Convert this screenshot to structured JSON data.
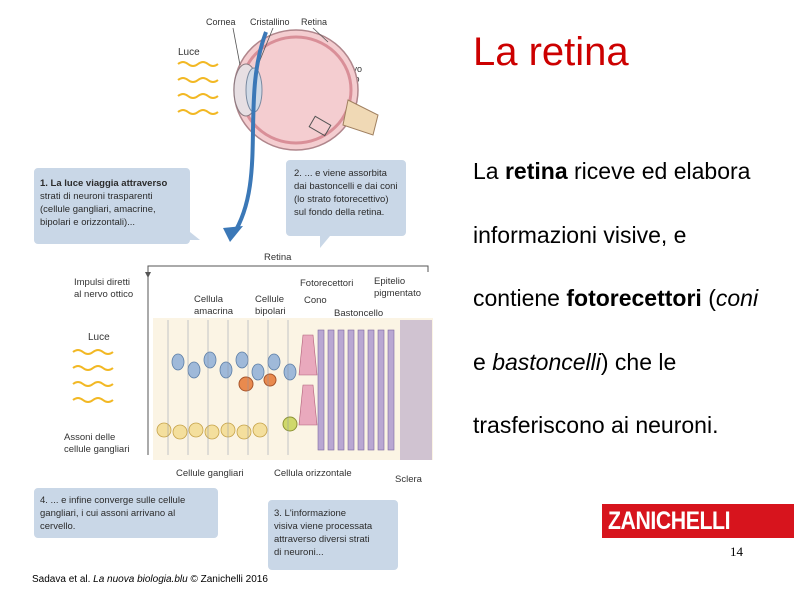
{
  "slide": {
    "title": "La retina",
    "body": {
      "t1": "La ",
      "t2": "retina",
      "t3": " riceve ed elabora informazioni visive, e contiene ",
      "t4": "fotorecettori",
      "t5": " (",
      "t6": "coni",
      "t7": " e ",
      "t8": "bastoncelli",
      "t9": ") che le trasferiscono ai neuroni."
    },
    "logo_text": "ZANICHELLI",
    "page_number": "14",
    "credit": {
      "authors": "Sadava et al. ",
      "book": "La nuova biologia.blu",
      "publisher": " © Zanichelli 2016"
    }
  },
  "figure": {
    "labels": {
      "cornea": "Cornea",
      "cristallino": "Cristallino",
      "retina_top": "Retina",
      "luce_top": "Luce",
      "nervo_1": "Nervo",
      "nervo_2": "ottico",
      "retina_mid": "Retina",
      "impulsi_1": "Impulsi diretti",
      "impulsi_2": "al nervo ottico",
      "amacrina_1": "Cellula",
      "amacrina_2": "amacrina",
      "bipolari_1": "Cellule",
      "bipolari_2": "bipolari",
      "fotorecettori": "Fotorecettori",
      "cono": "Cono",
      "epitelio_1": "Epitelio",
      "epitelio_2": "pigmentato",
      "bastoncello": "Bastoncello",
      "luce_mid": "Luce",
      "assoni_1": "Assoni delle",
      "assoni_2": "cellule gangliari",
      "gangliari": "Cellule gangliari",
      "orizzontale": "Cellula orizzontale",
      "sclera": "Sclera"
    },
    "boxes": {
      "box1": [
        "1. La luce viaggia attraverso",
        "strati di neuroni trasparenti",
        "(cellule gangliari, amacrine,",
        "bipolari e orizzontali)..."
      ],
      "box2": [
        "2. ... e viene assorbita",
        "dai bastoncelli e dai coni",
        "(lo strato fotorecettivo)",
        "sul fondo della retina."
      ],
      "box3": [
        "3. L'informazione",
        "visiva viene processata",
        "attraverso diversi strati",
        "di neuroni..."
      ],
      "box4": [
        "4. ... e infine converge sulle cellule",
        "gangliari, i cui assoni arrivano al",
        "cervello."
      ]
    },
    "colors": {
      "title_red": "#cc0000",
      "logo_red": "#d7141d",
      "box_fill": "#c9d7e7",
      "arrow_blue": "#3b78b7",
      "light_yellow": "#f2b824",
      "eye_pink": "#f4cdd0",
      "rod_purple": "#b9a7d2",
      "cone_pink": "#e9a9bd",
      "ganglion_yellow": "#f4df9d",
      "amacrine_orange": "#e98a4e",
      "bipolar_blue": "#9fb9d9"
    }
  }
}
